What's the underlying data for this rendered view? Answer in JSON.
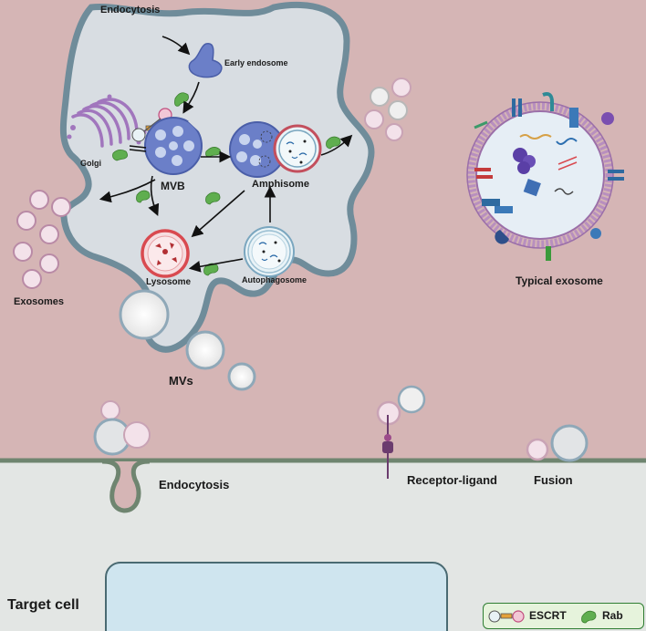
{
  "labels": {
    "endocytosis_top": "Endocytosis",
    "early_endosome": "Early endosome",
    "golgi": "Golgi",
    "mvb": "MVB",
    "amphisome": "Amphisome",
    "lysosome": "Lysosome",
    "autophagosome": "Autophagosome",
    "exosomes": "Exosomes",
    "mvs": "MVs",
    "typical_exosome": "Typical exosome",
    "endocytosis_bottom": "Endocytosis",
    "receptor_ligand": "Receptor-ligand",
    "fusion": "Fusion",
    "target_cell": "Target cell"
  },
  "legend": {
    "escrt": "ESCRT",
    "rab": "Rab"
  },
  "colors": {
    "background_upper": "#d5b5b5",
    "target_cell_area": "#e3e6e4",
    "membrane": "#6f8c9a",
    "cell_fill": "#d8dde2",
    "mvb_blue": "#6b7fc8",
    "lysosome_red": "#d94a50",
    "rab_green": "#5fae4f",
    "nucleus": "#cfe5ef",
    "exosome_membrane": "#9b6fa9"
  }
}
